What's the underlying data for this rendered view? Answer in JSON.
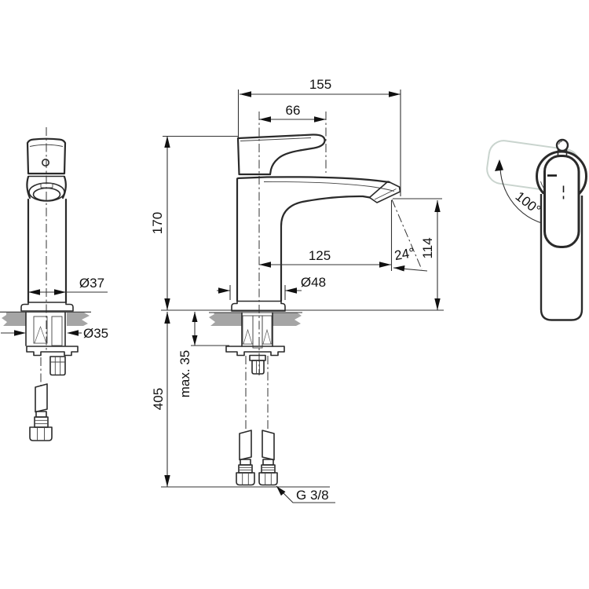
{
  "page": {
    "background": "#ffffff",
    "type": "technical-dimension-drawing",
    "subject": "single-lever basin mixer tap, three views"
  },
  "dimensions": {
    "total_depth": "155",
    "lever_length": "66",
    "height_above_deck": "170",
    "spout_reach": "125",
    "stream_angle": "24°",
    "outlet_height": "114",
    "base_diameter": "Ø48",
    "body_diameter": "Ø37",
    "hole_diameter": "Ø35",
    "max_deck_thickness": "max. 35",
    "below_deck_height": "405",
    "hose_thread": "G 3/8",
    "swivel_angle": "100°"
  },
  "colors": {
    "line": "#2a2a2a",
    "thin_line": "#333333",
    "countertop": "#a5a5a5",
    "ghost_handle": "#c9d4ce"
  }
}
